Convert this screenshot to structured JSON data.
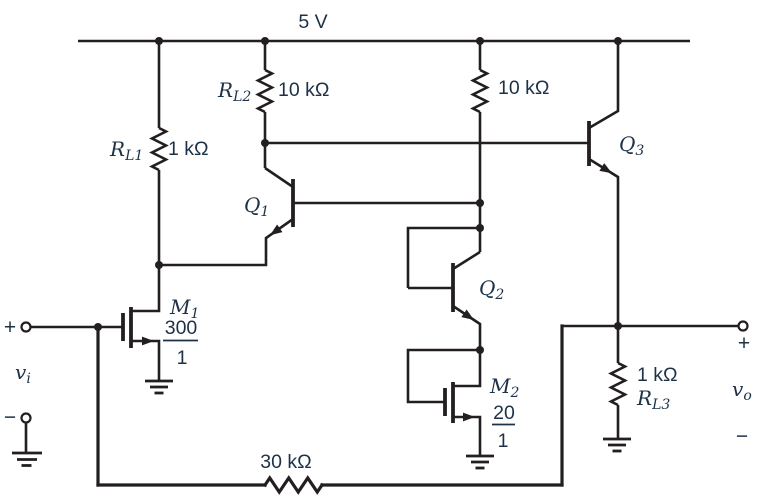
{
  "supply": {
    "label": "5 V"
  },
  "resistors": {
    "rl1": {
      "sym": "R",
      "sub": "L1",
      "value": "1 kΩ"
    },
    "rl2": {
      "sym": "R",
      "sub": "L2",
      "value": "10 kΩ"
    },
    "r2": {
      "value": "10 kΩ"
    },
    "rl3": {
      "sym": "R",
      "sub": "L3",
      "value": "1 kΩ"
    },
    "rf": {
      "value": "30 kΩ"
    }
  },
  "transistors": {
    "q1": {
      "sym": "Q",
      "sub": "1"
    },
    "q2": {
      "sym": "Q",
      "sub": "2"
    },
    "q3": {
      "sym": "Q",
      "sub": "3"
    },
    "m1": {
      "sym": "M",
      "sub": "1",
      "ratio_num": "300",
      "ratio_den": "1"
    },
    "m2": {
      "sym": "M",
      "sub": "2",
      "ratio_num": "20",
      "ratio_den": "1"
    }
  },
  "input": {
    "plus": "+",
    "label_sym": "v",
    "label_sub": "i",
    "minus": "−"
  },
  "output": {
    "plus": "+",
    "label_sym": "v",
    "label_sub": "o",
    "minus": "−"
  },
  "colors": {
    "wire": "#231f20",
    "label": "#1d3147",
    "background": "#ffffff"
  }
}
